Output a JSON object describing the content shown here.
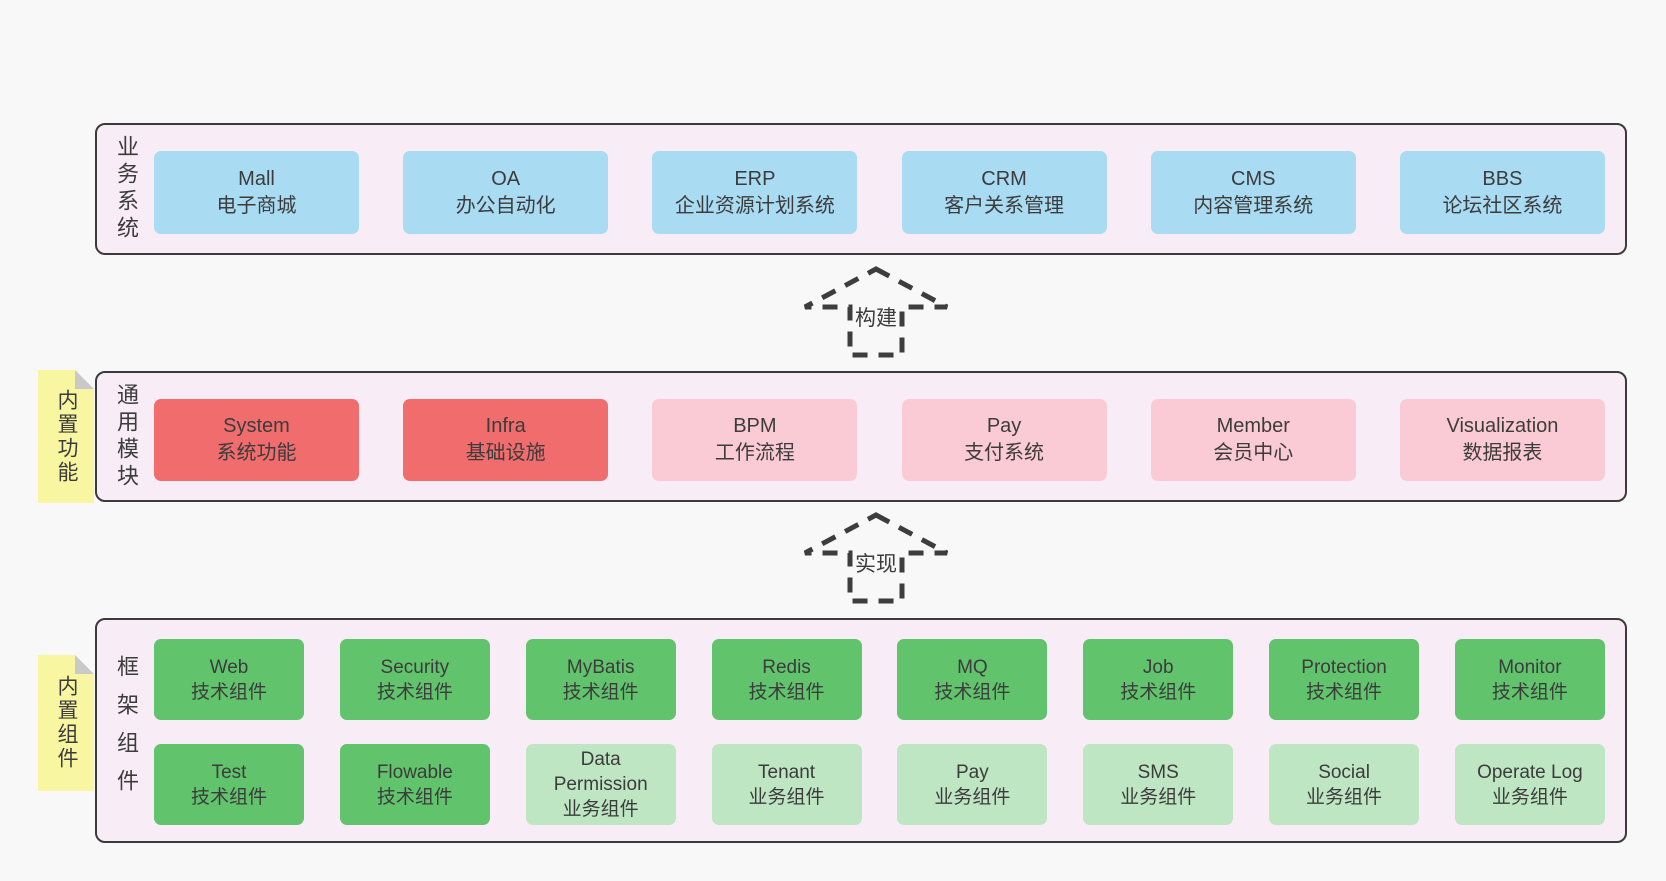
{
  "colors": {
    "page_bg": "#f8f8f8",
    "band_bg": "#f8edf6",
    "band_border": "#3b3b3b",
    "text": "#3c3c3c",
    "blue": "#a9dbf2",
    "red": "#f16c6c",
    "pink": "#facbd4",
    "green": "#61c46d",
    "green_light": "#bee6c3",
    "sticky_yellow": "#f8f6a1",
    "sticky_fold": "#c9c9c9",
    "arrow_stroke": "#3d3d3d"
  },
  "bands": [
    {
      "label": "业务系统",
      "sticky": "",
      "rows": [
        [
          {
            "title": "Mall",
            "subtitle": "电子商城",
            "variant": "blue"
          },
          {
            "title": "OA",
            "subtitle": "办公自动化",
            "variant": "blue"
          },
          {
            "title": "ERP",
            "subtitle": "企业资源计划系统",
            "variant": "blue"
          },
          {
            "title": "CRM",
            "subtitle": "客户关系管理",
            "variant": "blue"
          },
          {
            "title": "CMS",
            "subtitle": "内容管理系统",
            "variant": "blue"
          },
          {
            "title": "BBS",
            "subtitle": "论坛社区系统",
            "variant": "blue"
          }
        ]
      ]
    },
    {
      "label": "通用模块",
      "sticky": "内置功能",
      "rows": [
        [
          {
            "title": "System",
            "subtitle": "系统功能",
            "variant": "red"
          },
          {
            "title": "Infra",
            "subtitle": "基础设施",
            "variant": "red"
          },
          {
            "title": "BPM",
            "subtitle": "工作流程",
            "variant": "pink"
          },
          {
            "title": "Pay",
            "subtitle": "支付系统",
            "variant": "pink"
          },
          {
            "title": "Member",
            "subtitle": "会员中心",
            "variant": "pink"
          },
          {
            "title": "Visualization",
            "subtitle": "数据报表",
            "variant": "pink"
          }
        ]
      ]
    },
    {
      "label": "框架组件",
      "sticky": "内置组件",
      "rows": [
        [
          {
            "title": "Web",
            "subtitle": "技术组件",
            "variant": "green"
          },
          {
            "title": "Security",
            "subtitle": "技术组件",
            "variant": "green"
          },
          {
            "title": "MyBatis",
            "subtitle": "技术组件",
            "variant": "green"
          },
          {
            "title": "Redis",
            "subtitle": "技术组件",
            "variant": "green"
          },
          {
            "title": "MQ",
            "subtitle": "技术组件",
            "variant": "green"
          },
          {
            "title": "Job",
            "subtitle": "技术组件",
            "variant": "green"
          },
          {
            "title": "Protection",
            "subtitle": "技术组件",
            "variant": "green"
          },
          {
            "title": "Monitor",
            "subtitle": "技术组件",
            "variant": "green"
          }
        ],
        [
          {
            "title": "Test",
            "subtitle": "技术组件",
            "variant": "green"
          },
          {
            "title": "Flowable",
            "subtitle": "技术组件",
            "variant": "green"
          },
          {
            "title": "Data Permission",
            "subtitle": "业务组件",
            "variant": "green-light"
          },
          {
            "title": "Tenant",
            "subtitle": "业务组件",
            "variant": "green-light"
          },
          {
            "title": "Pay",
            "subtitle": "业务组件",
            "variant": "green-light"
          },
          {
            "title": "SMS",
            "subtitle": "业务组件",
            "variant": "green-light"
          },
          {
            "title": "Social",
            "subtitle": "业务组件",
            "variant": "green-light"
          },
          {
            "title": "Operate Log",
            "subtitle": "业务组件",
            "variant": "green-light"
          }
        ]
      ]
    }
  ],
  "arrows": [
    {
      "label": "构建"
    },
    {
      "label": "实现"
    }
  ]
}
